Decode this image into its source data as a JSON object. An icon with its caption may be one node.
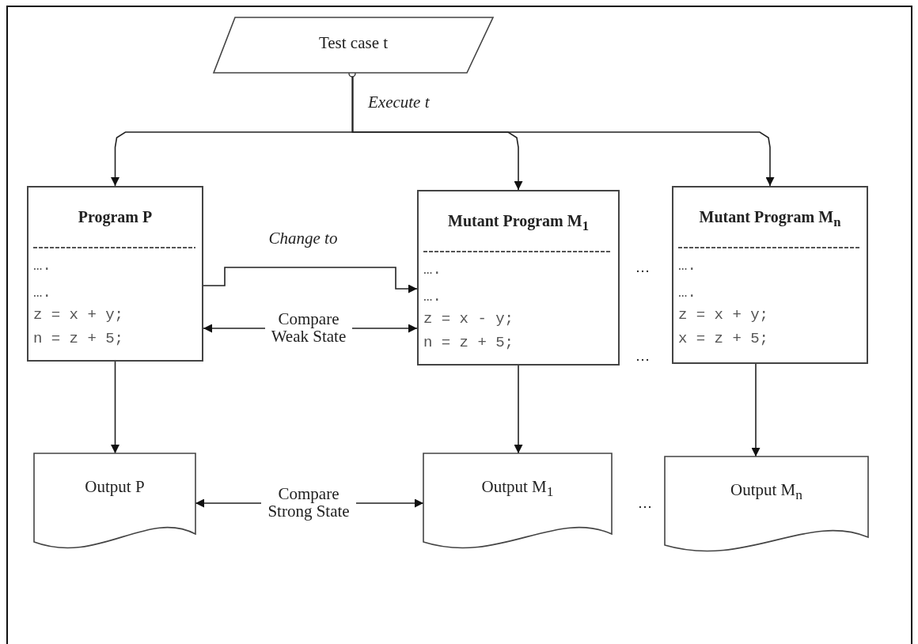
{
  "diagram": {
    "nodes": [
      {
        "text": [
          "Test case t"
        ]
      },
      {
        "text": [
          "Program P",
          "….",
          "….",
          "z = x + y;",
          "n = z + 5;"
        ]
      },
      {
        "text": [
          "Mutant Program M$_{1}$",
          "….",
          "….",
          "z = x - y;",
          "n = z + 5;"
        ]
      },
      {
        "text": [
          "Mutant Program M$_{n}$",
          "….",
          "….",
          "z = x + y;",
          "x = z + 5;"
        ]
      },
      {
        "text": [
          "Output P"
        ]
      },
      {
        "text": [
          "Output M$_{1}$"
        ]
      },
      {
        "text": [
          "Output M$_{n}$"
        ]
      }
    ],
    "edges": [
      {
        "from": 0,
        "to": 1,
        "arrow": "to",
        "label": "Execute t"
      },
      {
        "from": 0,
        "to": 2,
        "arrow": "to"
      },
      {
        "from": 0,
        "to": 3,
        "arrow": "to"
      },
      {
        "from": 1,
        "to": 2,
        "arrow": "to",
        "label": "Change to"
      },
      {
        "from": 1,
        "to": 2,
        "arrow": "both",
        "label": "Compare Weak State"
      },
      {
        "from": 1,
        "to": 4,
        "arrow": "to"
      },
      {
        "from": 2,
        "to": 5,
        "arrow": "to"
      },
      {
        "from": 3,
        "to": 6,
        "arrow": "to"
      },
      {
        "from": 4,
        "to": 5,
        "arrow": "both",
        "label": "Compare Strong State"
      }
    ],
    "labels": [
      "…",
      "…",
      "…"
    ]
  }
}
